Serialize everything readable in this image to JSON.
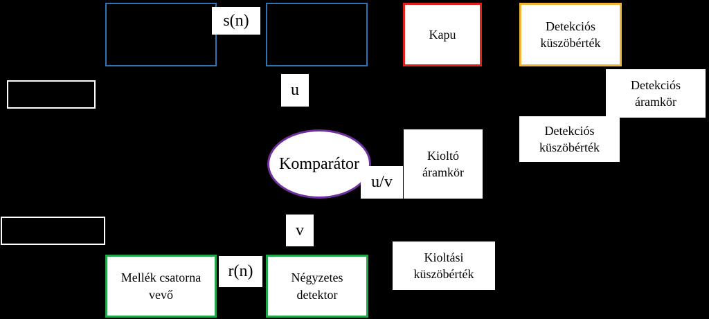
{
  "blocks": {
    "kapu": "Kapu",
    "detekcios_kuszobertek_top": "Detekciós küszöbérték",
    "detekcios_aramkor": "Detekciós áramkör",
    "detekcios_kuszobertek_mid": "Detekciós küszöbérték",
    "komparator": "Komparátor",
    "kiolto_aramkor": "Kioltó áramkör",
    "kioltasi_kuszobertek": "Kioltási küszöbérték",
    "mellek_csatorna_vevo": "Mellék csatorna vevő",
    "negyzetes_detektor": "Négyzetes detektor"
  },
  "signals": {
    "s_n": "s(n)",
    "u": "u",
    "u_per_v": "u/v",
    "v": "v",
    "r_n": "r(n)"
  },
  "colors": {
    "background": "#000000",
    "blue_border": "#2e75b6",
    "red_border": "#e0201a",
    "gold_border": "#f2b632",
    "purple_border": "#7030a0",
    "green_border": "#22a84a",
    "white_border": "#ffffff"
  }
}
